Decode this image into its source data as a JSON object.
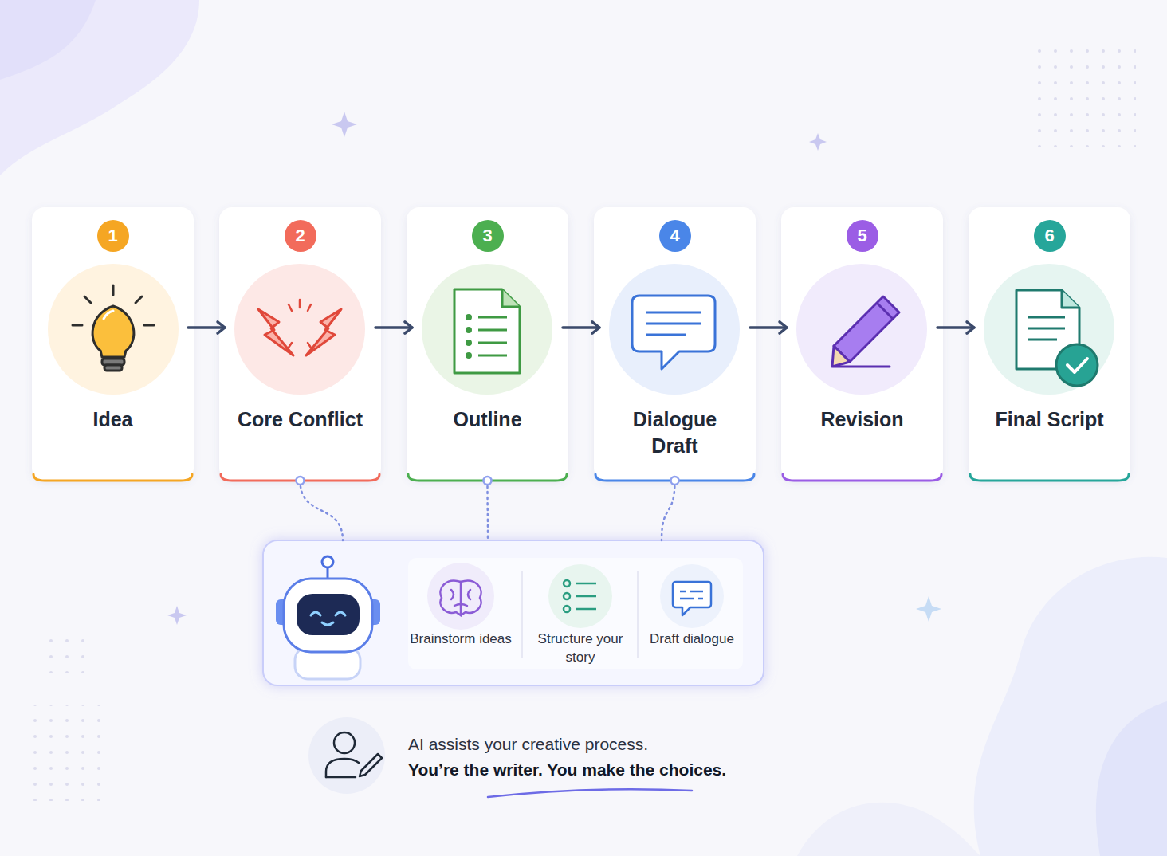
{
  "diagram": {
    "nodes": [
      {
        "text": [
          "1",
          "Idea"
        ]
      },
      {
        "text": [
          "2",
          "Core Conflict"
        ]
      },
      {
        "text": [
          "3",
          "Outline"
        ]
      },
      {
        "text": [
          "4",
          "Dialogue Draft"
        ]
      },
      {
        "text": [
          "5",
          "Revision"
        ]
      },
      {
        "text": [
          "6",
          "Final Script"
        ]
      },
      {
        "text": [
          "Brainstorm ideas",
          "Structure your story",
          "Draft dialogue"
        ]
      }
    ],
    "edges": [
      {
        "from": 0,
        "to": 1,
        "arrow": "to"
      },
      {
        "from": 1,
        "to": 2,
        "arrow": "to"
      },
      {
        "from": 2,
        "to": 3,
        "arrow": "to"
      },
      {
        "from": 3,
        "to": 4,
        "arrow": "to"
      },
      {
        "from": 4,
        "to": 5,
        "arrow": "to"
      },
      {
        "from": 1,
        "to": 6,
        "arrow": "none"
      },
      {
        "from": 2,
        "to": 6,
        "arrow": "none"
      },
      {
        "from": 3,
        "to": 6,
        "arrow": "none"
      }
    ],
    "labels": [
      "AI assists your creative process.",
      "You’re the writer. You make the choices."
    ]
  }
}
